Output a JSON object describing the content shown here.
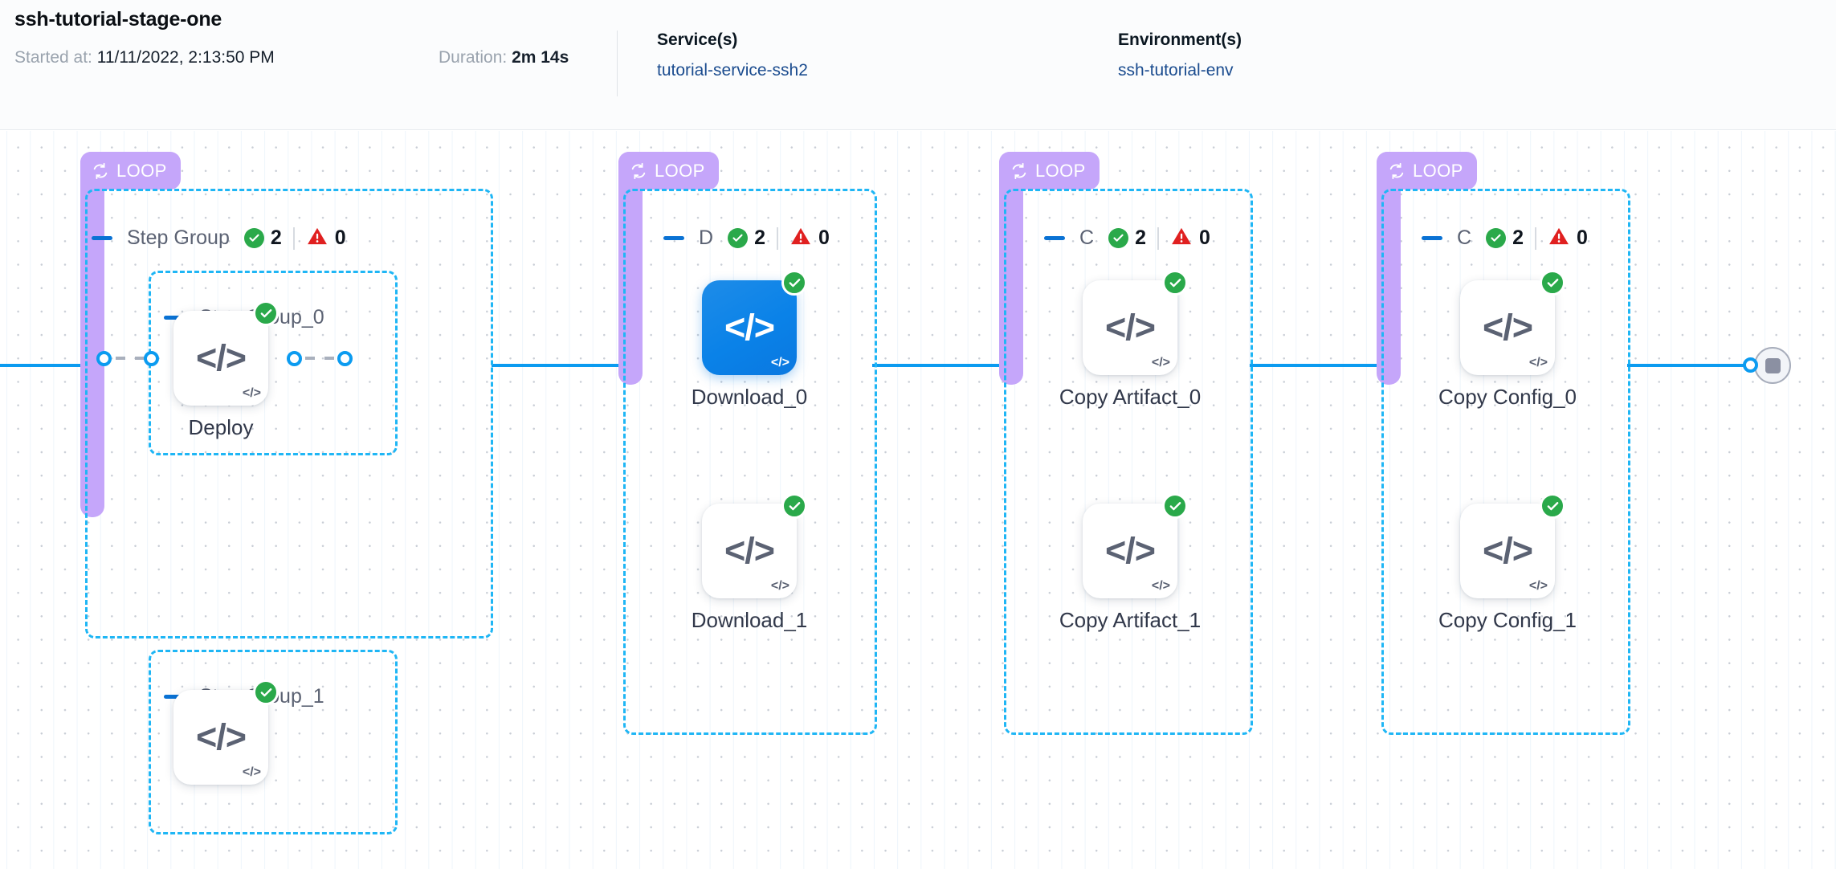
{
  "header": {
    "title": "ssh-tutorial-stage-one",
    "started_label": "Started at:",
    "started_value": "11/11/2022, 2:13:50 PM",
    "duration_label": "Duration:",
    "duration_value": "2m 14s",
    "services_title": "Service(s)",
    "services_value": "tutorial-service-ssh2",
    "environments_title": "Environment(s)",
    "environments_value": "ssh-tutorial-env"
  },
  "colors": {
    "loop_purple": "#c5a6fa",
    "group_dashed_blue": "#1fb6f5",
    "connector_blue": "#0b9bf0",
    "success_green": "#2aa94a",
    "error_red": "#e02020",
    "selected_node_blue": "#0a82e8",
    "link_text_blue": "#1b4c8f"
  },
  "icons": {
    "loop": "loop-icon",
    "collapse": "collapse-dash-icon",
    "success": "check-circle-icon",
    "error": "warning-triangle-icon",
    "step": "code-icon",
    "stop": "stop-square-icon"
  },
  "groups": [
    {
      "loop_label": "LOOP",
      "title": "Step Group",
      "success_count": "2",
      "error_count": "0",
      "subgroups": [
        {
          "title": "Step Group_0",
          "node": {
            "label": "Deploy",
            "status": "success",
            "selected": false
          }
        },
        {
          "title": "Step Group_1",
          "node": {
            "label": "",
            "status": "success",
            "selected": false
          }
        }
      ]
    },
    {
      "loop_label": "LOOP",
      "title": "D",
      "success_count": "2",
      "error_count": "0",
      "nodes": [
        {
          "label": "Download_0",
          "status": "success",
          "selected": true
        },
        {
          "label": "Download_1",
          "status": "success",
          "selected": false
        }
      ]
    },
    {
      "loop_label": "LOOP",
      "title": "C",
      "success_count": "2",
      "error_count": "0",
      "nodes": [
        {
          "label": "Copy Artifact_0",
          "status": "success",
          "selected": false
        },
        {
          "label": "Copy Artifact_1",
          "status": "success",
          "selected": false
        }
      ]
    },
    {
      "loop_label": "LOOP",
      "title": "C",
      "success_count": "2",
      "error_count": "0",
      "nodes": [
        {
          "label": "Copy Config_0",
          "status": "success",
          "selected": false
        },
        {
          "label": "Copy Config_1",
          "status": "success",
          "selected": false
        }
      ]
    }
  ],
  "node_glyph": "</>",
  "node_corner_glyph": "</>"
}
